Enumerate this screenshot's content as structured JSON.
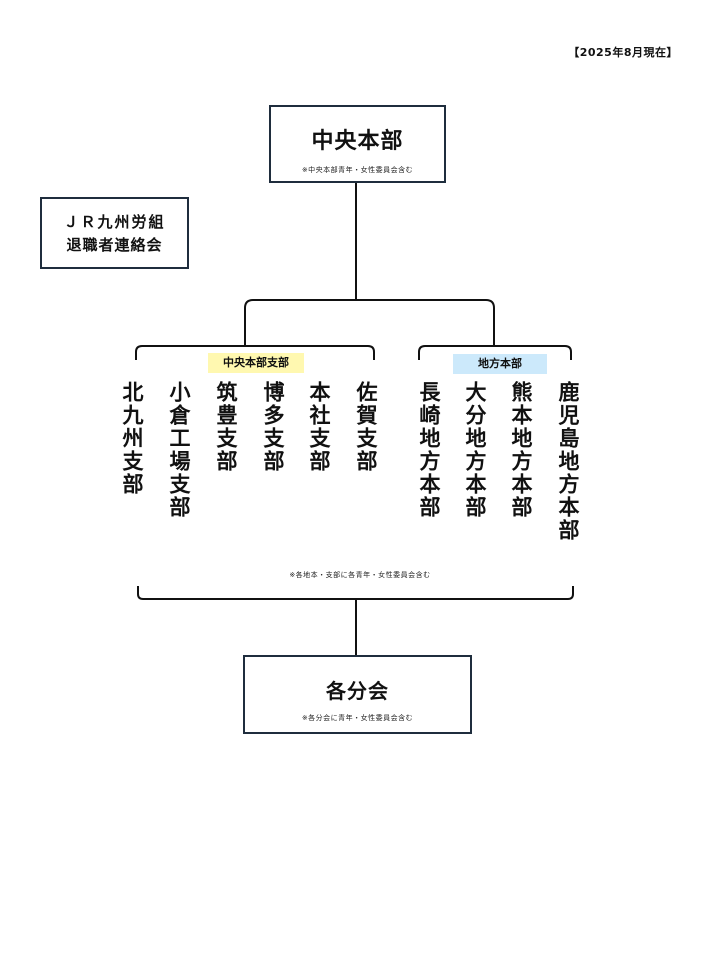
{
  "date_label": "【2025年8月現在】",
  "hq": {
    "title": "中央本部",
    "note": "※中央本部青年・女性委員会含む"
  },
  "retiree_group": {
    "line1": "ＪＲ九州労組",
    "line2": "退職者連絡会"
  },
  "central_group_label": "中央本部支部",
  "regional_group_label": "地方本部",
  "central_branches": [
    "北九州支部",
    "小倉工場支部",
    "筑豊支部",
    "博多支部",
    "本社支部",
    "佐賀支部"
  ],
  "regional_offices": [
    "長崎地方本部",
    "大分地方本部",
    "熊本地方本部",
    "鹿児島地方本部"
  ],
  "bottom_note": "※各地本・支部に各青年・女性委員会含む",
  "branch_box": {
    "title": "各分会",
    "note": "※各分会に青年・女性委員会含む"
  }
}
